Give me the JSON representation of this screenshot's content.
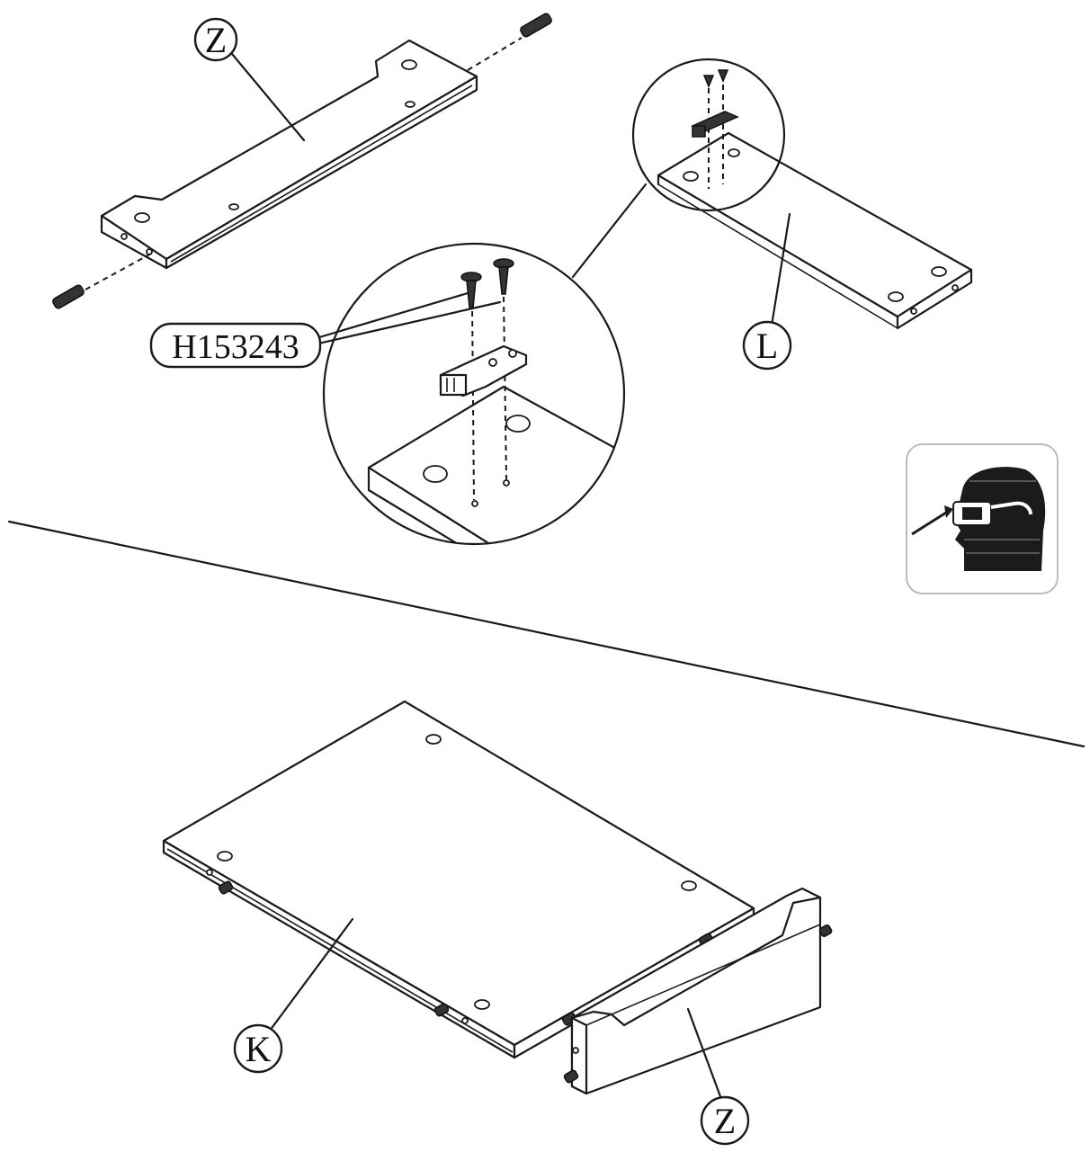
{
  "labels": {
    "top_rail": "Z",
    "side_panel": "L",
    "bottom_panel": "K",
    "bottom_rail": "Z",
    "hardware": "H153243"
  },
  "icons": {
    "safety": "safety-glasses-icon"
  }
}
